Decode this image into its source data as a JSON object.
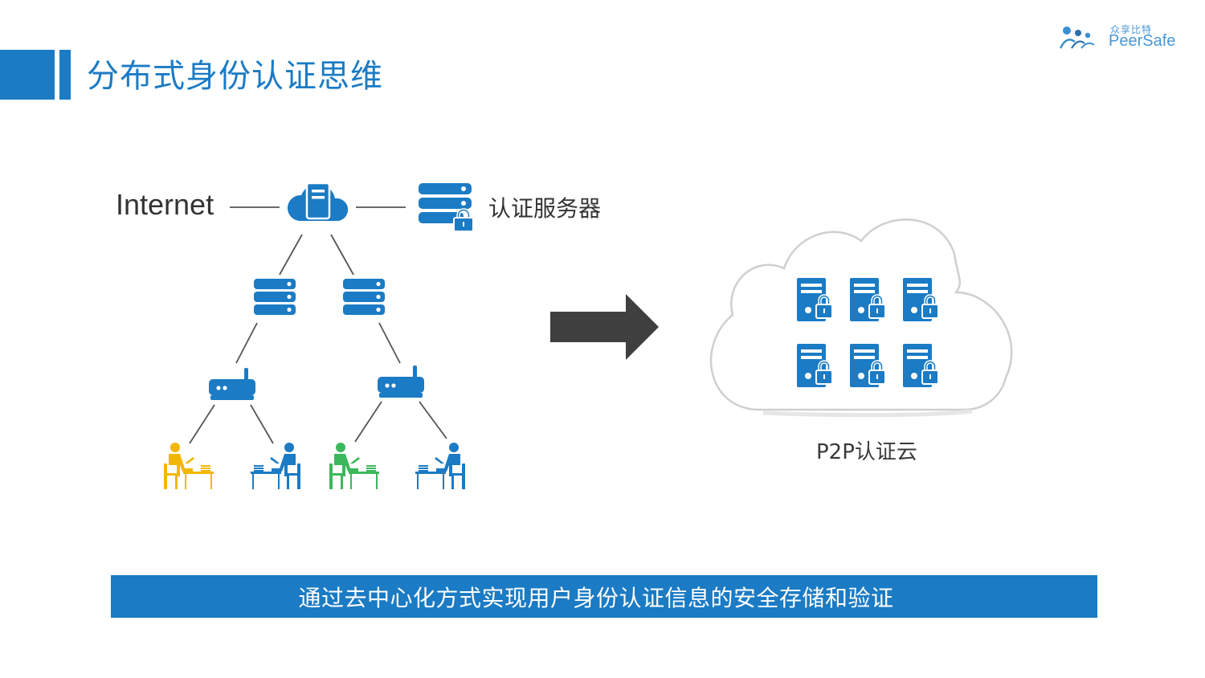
{
  "slide": {
    "title": "分布式身份认证思维",
    "accent_color": "#1b7bc4"
  },
  "logo": {
    "cn": "众享比特",
    "en": "PeerSafe",
    "icon": "people-group-icon"
  },
  "diagram": {
    "internet_label": "Internet",
    "auth_server_label": "认证服务器",
    "cloud_label": "P2P认证云",
    "icons": {
      "cloud_server": "cloud-server-icon",
      "auth_server": "locked-server-icon",
      "server": "server-rack-icon",
      "router": "router-icon",
      "user": "person-at-desk-icon",
      "arrow": "right-arrow-icon",
      "cloud": "cloud-icon"
    },
    "user_colors": [
      "#f2b705",
      "#1b7bc4",
      "#3cb85c",
      "#1b7bc4"
    ]
  },
  "banner": {
    "text": "通过去中心化方式实现用户身份认证信息的安全存储和验证"
  }
}
